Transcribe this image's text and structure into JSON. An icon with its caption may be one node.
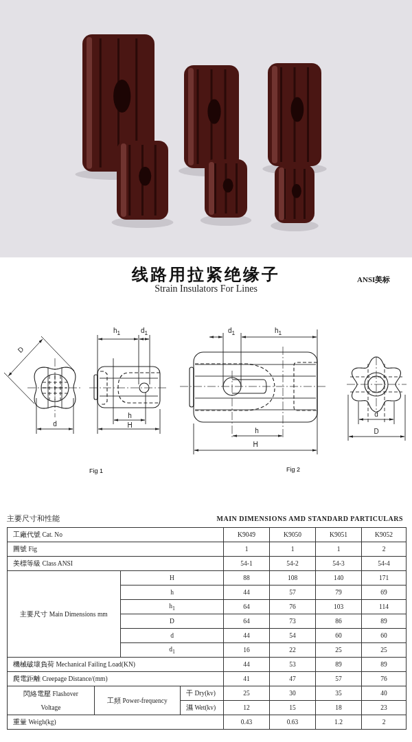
{
  "diagram": {
    "title": "线路用拉紧绝缘子",
    "labels": [
      "Strain Insulators For Lines",
      "ANSI美标",
      "h$_{1}$",
      "d$_{1}$",
      "D",
      "h",
      "d",
      "H",
      "Fig 1",
      "d$_{1}$",
      "h$_{1}$",
      "h",
      "d",
      "D",
      "H",
      "Fig 2",
      "主要尺寸和性能",
      "MAIN DIMENSIONS AMD STANDARD PARTICULARS",
      "工廠代號 Cat. No",
      "K9049",
      "K9050",
      "K9051",
      "K9052",
      "圖號 Fig",
      "1",
      "1",
      "1",
      "2",
      "美標等級 Class ANSI",
      "54-1",
      "54-2",
      "54-3",
      "54-4",
      "主要尺寸 Main Dimensions mm",
      "H",
      "88",
      "108",
      "140",
      "171",
      "h",
      "44",
      "57",
      "79",
      "69",
      "h$_{1}$",
      "64",
      "76",
      "103",
      "114",
      "D",
      "64",
      "73",
      "86",
      "89",
      "d",
      "44",
      "54",
      "60",
      "60",
      "d$_{1}$",
      "16",
      "22",
      "25",
      "25",
      "機械破壞負荷 Mechanical Failing Load(KN)",
      "44",
      "53",
      "89",
      "89",
      "爬電距離 Creepage Distance/(mm)",
      "41",
      "47",
      "57",
      "76",
      "閃絡電壓 Flashover Voltage",
      "工頻 Power-frequency",
      "干 Dry(kv)",
      "25",
      "30",
      "35",
      "40",
      "濕 Wet(kv)",
      "12",
      "15",
      "18",
      "23",
      "重量 Weigh(kg)",
      "0.43",
      "0.63",
      "1.2",
      "2"
    ]
  }
}
